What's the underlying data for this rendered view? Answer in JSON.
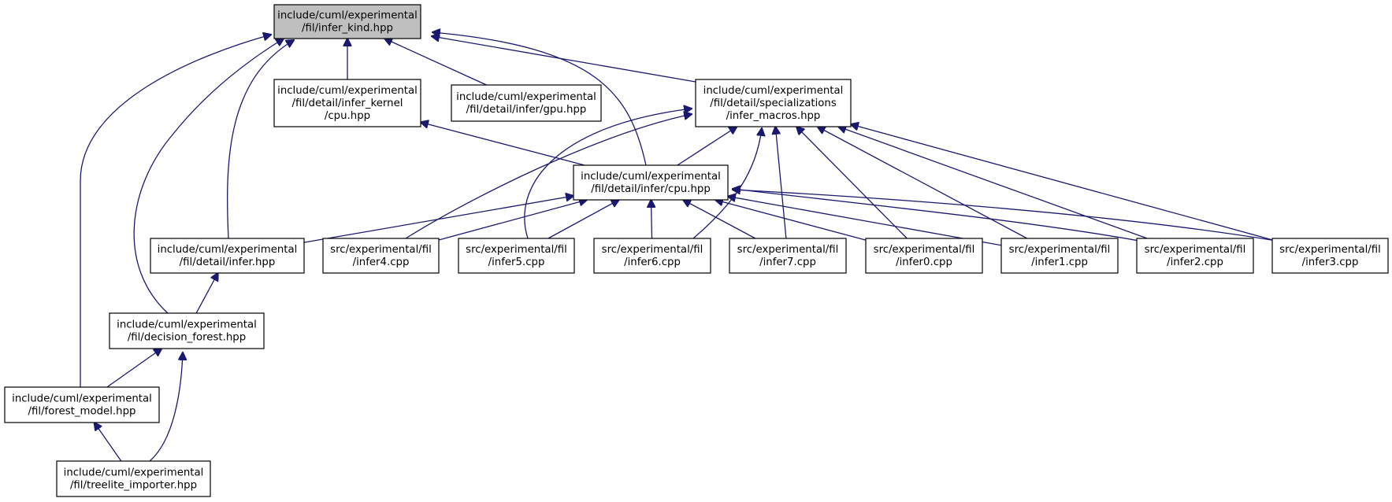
{
  "colors": {
    "edge": "#191970",
    "highlight_fill": "#bfbfbf",
    "node_fill": "#ffffff",
    "border": "#000000"
  },
  "nodes": [
    {
      "id": "infer_kind",
      "lines": [
        "include/cuml/experimental",
        "/fil/infer_kind.hpp"
      ],
      "highlight": true
    },
    {
      "id": "infer_kernel_cpu",
      "lines": [
        "include/cuml/experimental",
        "/fil/detail/infer_kernel",
        "/cpu.hpp"
      ]
    },
    {
      "id": "infer_gpu",
      "lines": [
        "include/cuml/experimental",
        "/fil/detail/infer/gpu.hpp"
      ]
    },
    {
      "id": "infer_macros",
      "lines": [
        "include/cuml/experimental",
        "/fil/detail/specializations",
        "/infer_macros.hpp"
      ]
    },
    {
      "id": "infer_cpu",
      "lines": [
        "include/cuml/experimental",
        "/fil/detail/infer/cpu.hpp"
      ]
    },
    {
      "id": "detail_infer",
      "lines": [
        "include/cuml/experimental",
        "/fil/detail/infer.hpp"
      ]
    },
    {
      "id": "infer4",
      "lines": [
        "src/experimental/fil",
        "/infer4.cpp"
      ]
    },
    {
      "id": "infer5",
      "lines": [
        "src/experimental/fil",
        "/infer5.cpp"
      ]
    },
    {
      "id": "infer6",
      "lines": [
        "src/experimental/fil",
        "/infer6.cpp"
      ]
    },
    {
      "id": "infer7",
      "lines": [
        "src/experimental/fil",
        "/infer7.cpp"
      ]
    },
    {
      "id": "infer0",
      "lines": [
        "src/experimental/fil",
        "/infer0.cpp"
      ]
    },
    {
      "id": "infer1",
      "lines": [
        "src/experimental/fil",
        "/infer1.cpp"
      ]
    },
    {
      "id": "infer2",
      "lines": [
        "src/experimental/fil",
        "/infer2.cpp"
      ]
    },
    {
      "id": "infer3",
      "lines": [
        "src/experimental/fil",
        "/infer3.cpp"
      ]
    },
    {
      "id": "decision_forest",
      "lines": [
        "include/cuml/experimental",
        "/fil/decision_forest.hpp"
      ]
    },
    {
      "id": "forest_model",
      "lines": [
        "include/cuml/experimental",
        "/fil/forest_model.hpp"
      ]
    },
    {
      "id": "treelite_importer",
      "lines": [
        "include/cuml/experimental",
        "/fil/treelite_importer.hpp"
      ]
    }
  ],
  "edges": [
    {
      "from": "infer_kernel_cpu",
      "to": "infer_kind"
    },
    {
      "from": "infer_gpu",
      "to": "infer_kind"
    },
    {
      "from": "infer_macros",
      "to": "infer_kind"
    },
    {
      "from": "infer_cpu",
      "to": "infer_kind"
    },
    {
      "from": "detail_infer",
      "to": "infer_kind"
    },
    {
      "from": "decision_forest",
      "to": "infer_kind"
    },
    {
      "from": "forest_model",
      "to": "infer_kind"
    },
    {
      "from": "infer_cpu",
      "to": "infer_kernel_cpu"
    },
    {
      "from": "infer_cpu",
      "to": "infer_macros"
    },
    {
      "from": "infer4",
      "to": "infer_macros"
    },
    {
      "from": "infer5",
      "to": "infer_macros"
    },
    {
      "from": "infer6",
      "to": "infer_macros"
    },
    {
      "from": "infer7",
      "to": "infer_macros"
    },
    {
      "from": "infer0",
      "to": "infer_macros"
    },
    {
      "from": "infer1",
      "to": "infer_macros"
    },
    {
      "from": "infer2",
      "to": "infer_macros"
    },
    {
      "from": "infer3",
      "to": "infer_macros"
    },
    {
      "from": "detail_infer",
      "to": "infer_cpu"
    },
    {
      "from": "infer4",
      "to": "infer_cpu"
    },
    {
      "from": "infer5",
      "to": "infer_cpu"
    },
    {
      "from": "infer6",
      "to": "infer_cpu"
    },
    {
      "from": "infer7",
      "to": "infer_cpu"
    },
    {
      "from": "infer0",
      "to": "infer_cpu"
    },
    {
      "from": "infer1",
      "to": "infer_cpu"
    },
    {
      "from": "infer2",
      "to": "infer_cpu"
    },
    {
      "from": "infer3",
      "to": "infer_cpu"
    },
    {
      "from": "decision_forest",
      "to": "detail_infer"
    },
    {
      "from": "forest_model",
      "to": "decision_forest"
    },
    {
      "from": "treelite_importer",
      "to": "decision_forest"
    },
    {
      "from": "treelite_importer",
      "to": "forest_model"
    }
  ]
}
